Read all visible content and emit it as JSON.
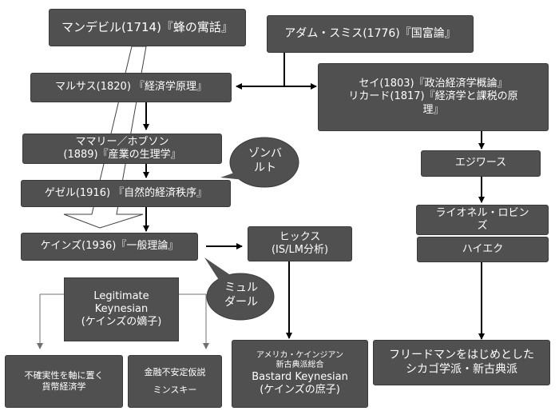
{
  "nodes": {
    "mandeville": "マンデビル(1714)『蜂の寓話』",
    "smith": "アダム・スミス(1776)『国富論』",
    "malthus": "マルサス(1820) 『経済学原理』",
    "say_ricardo": [
      "セイ(1803)『政治経済学概論』",
      "リカード(1817)『経済学と課税の原",
      "理』"
    ],
    "mummery_hobson": [
      "ママリー／ホブソン",
      "(1889)『産業の生理学』"
    ],
    "gesell": "ゲゼル(1916) 『自然的経済秩序』",
    "keynes": "ケインズ(1936)『一般理論』",
    "hicks": [
      "ヒックス",
      "(IS/LM分析)"
    ],
    "legitimate": [
      "Legitimate",
      "Keynesian",
      "(ケインズの嫡子)"
    ],
    "uncertainty": [
      "不確実性を軸に置く",
      "貨幣経済学"
    ],
    "financial_instability": [
      "金融不安定仮説",
      "ミンスキー"
    ],
    "bastard": [
      "アメリカ・ケインジアン",
      "新古典派総合",
      "Bastard Keynesian",
      "(ケインズの庶子)"
    ],
    "edgeworth": "エジワース",
    "robbins": [
      "ライオネル・ロビン",
      "ズ"
    ],
    "hayek": "ハイエク",
    "friedman": [
      "フリードマンをはじめとした",
      "シカゴ学派・新古典派"
    ]
  },
  "bubbles": {
    "sombart": [
      "ゾンバ",
      "ルト"
    ],
    "myrdal": [
      "ミュル",
      "ダール"
    ]
  },
  "colors": {
    "box_fill": "#505050",
    "text": "#ffffff",
    "arrow": "#000000"
  }
}
